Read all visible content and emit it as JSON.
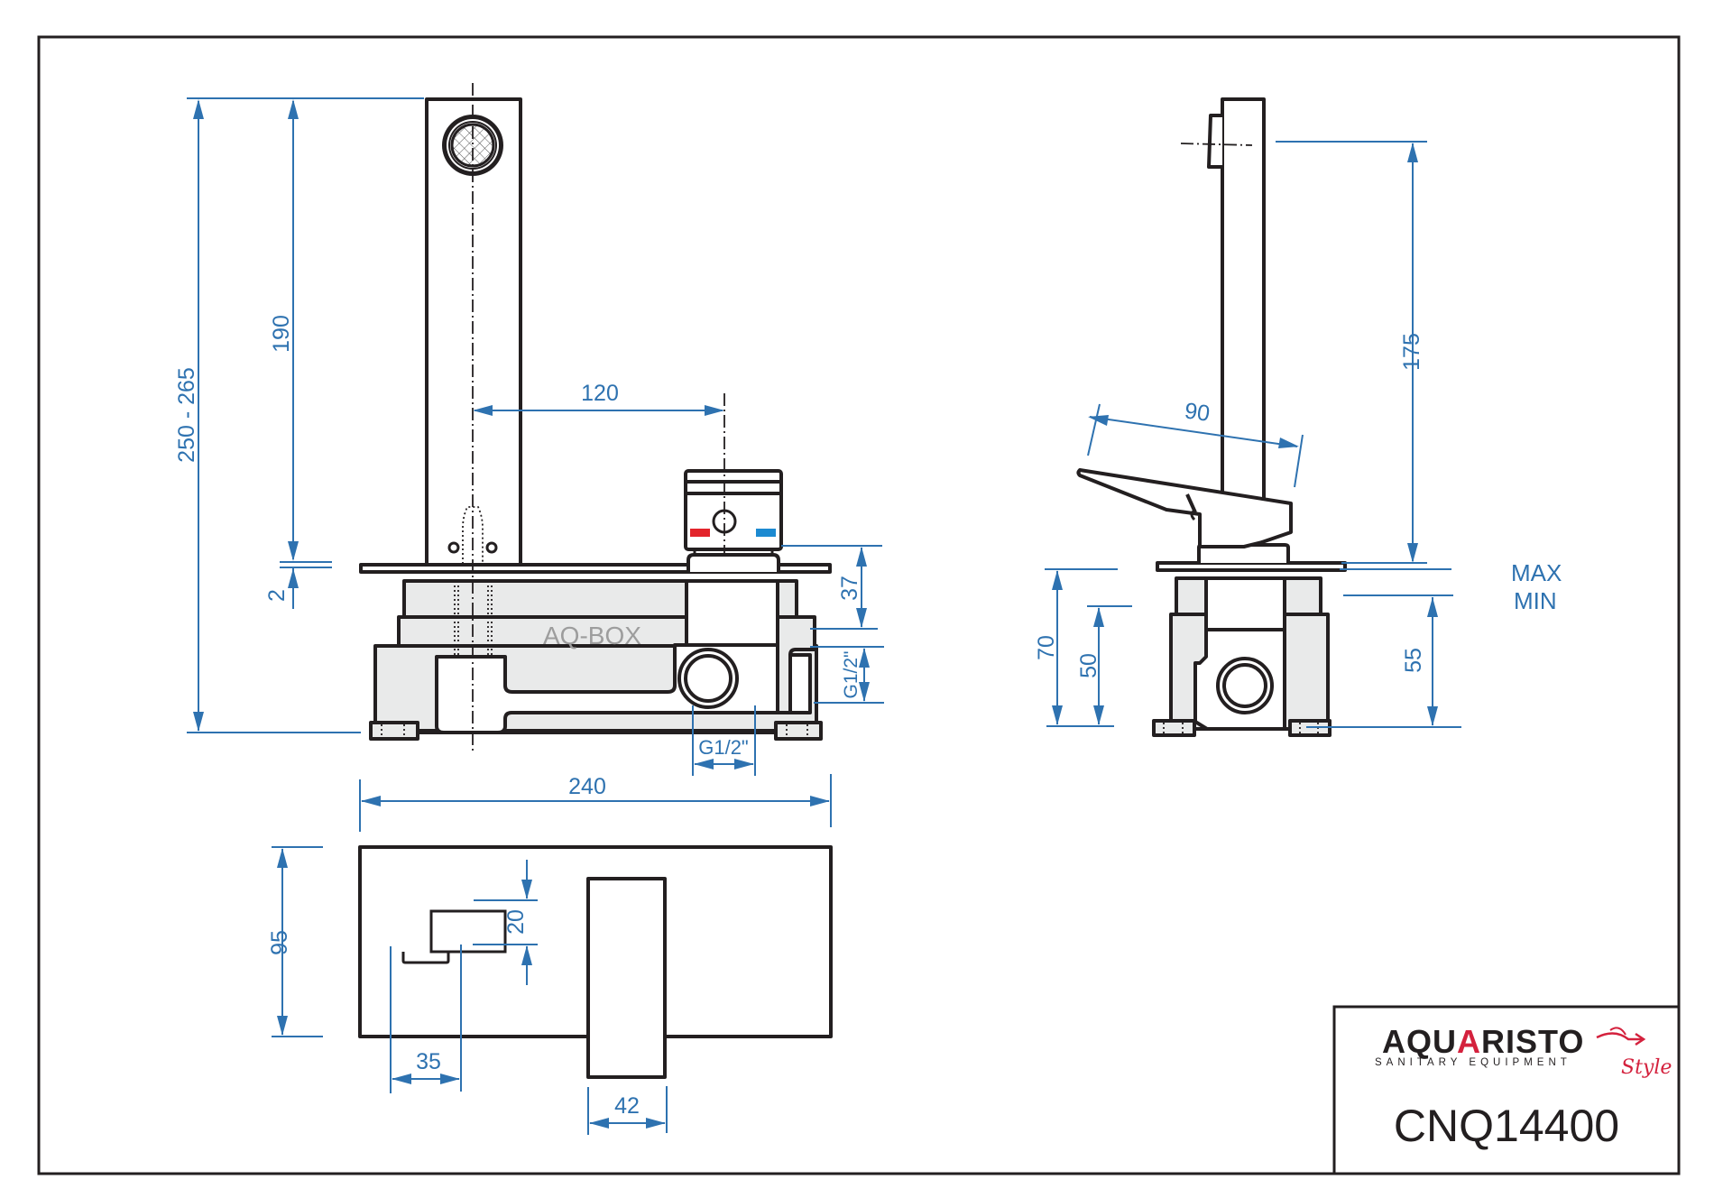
{
  "drawing": {
    "type": "technical-drawing",
    "product_label": "AQ-BOX",
    "colors": {
      "dimension": "#2e72b0",
      "outline": "#231f20",
      "fill": "#e9eaea",
      "hot": "#e3242b",
      "cold": "#1c8ad1",
      "brand_accent": "#d4213d"
    }
  },
  "front_view": {
    "dimensions": {
      "total_height": "250 - 265",
      "spout_height": "190",
      "plate_thickness": "2",
      "spout_to_handle": "120",
      "plate_to_outlet": "37",
      "outlet_side": "G1/2\"",
      "outlet_bottom": "G1/2\"",
      "total_width": "240"
    }
  },
  "side_view": {
    "dimensions": {
      "spout_projection": "90",
      "outlet_height": "175",
      "base_height": "70",
      "box_inner": "50",
      "min_depth": "55"
    },
    "labels": {
      "max": "MAX",
      "min": "MIN"
    }
  },
  "top_view": {
    "dimensions": {
      "plate_height": "95",
      "spout_depth": "20",
      "spout_width": "35",
      "handle_width": "42"
    }
  },
  "title_block": {
    "brand": "AQUARISTO",
    "brand_highlight_letter": "A",
    "tagline": "SANITARY EQUIPMENT",
    "brand_suffix": "Style",
    "model": "CNQ14400"
  }
}
